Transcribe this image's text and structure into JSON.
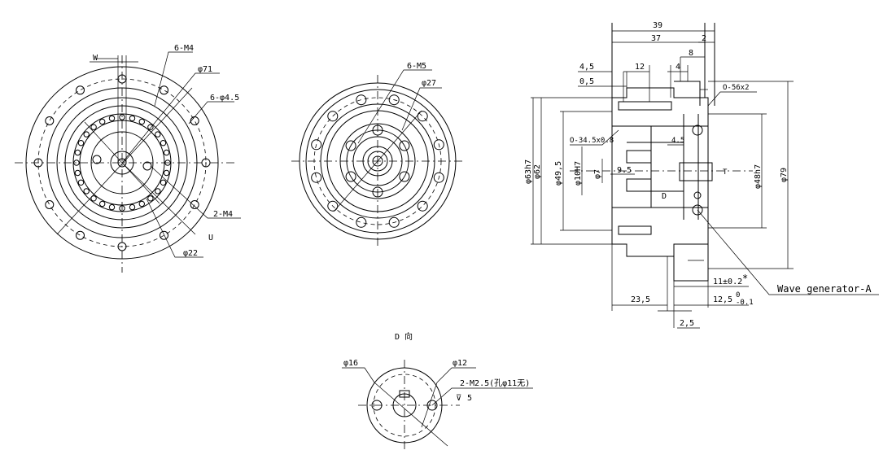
{
  "view1": {
    "w": "W",
    "m4_6": "6-M4",
    "phi71": "φ71",
    "phi4_5_6": "6-φ4.5",
    "m4_2": "2-M4",
    "u": "U",
    "phi22": "φ22"
  },
  "view2": {
    "m5_6": "6-M5",
    "phi27": "φ27"
  },
  "side": {
    "d39": "39",
    "d37": "37",
    "d2": "2",
    "d8": "8",
    "d4_5": "4,5",
    "d0_5": "0,5",
    "d12": "12",
    "d4": "4",
    "o56": "O-56x2",
    "o34": "O-34.5x0.8",
    "d4_5b": "4.5",
    "d9_5": "9.5",
    "phi63h7": "φ63h7",
    "phi62": "φ62",
    "phi49_5": "φ49,5",
    "phi10h7": "φ10H7",
    "phi7": "φ7",
    "t_label": "T",
    "d_label": "D",
    "phi48h7": "φ48h7",
    "phi79": "φ79",
    "d11": "11±0.2",
    "star": "*",
    "d12_5": "12,5",
    "tol_up": "0",
    "tol_dn": "-0.1",
    "d23_5": "23,5",
    "d2_5": "2,5",
    "wave": "Wave generator-A"
  },
  "view_d": {
    "title": "D 向",
    "phi16": "φ16",
    "phi12": "φ12",
    "m2_5": "2-M2.5(孔φ11无)",
    "depth": "5",
    "depth_sym": "⊽"
  }
}
